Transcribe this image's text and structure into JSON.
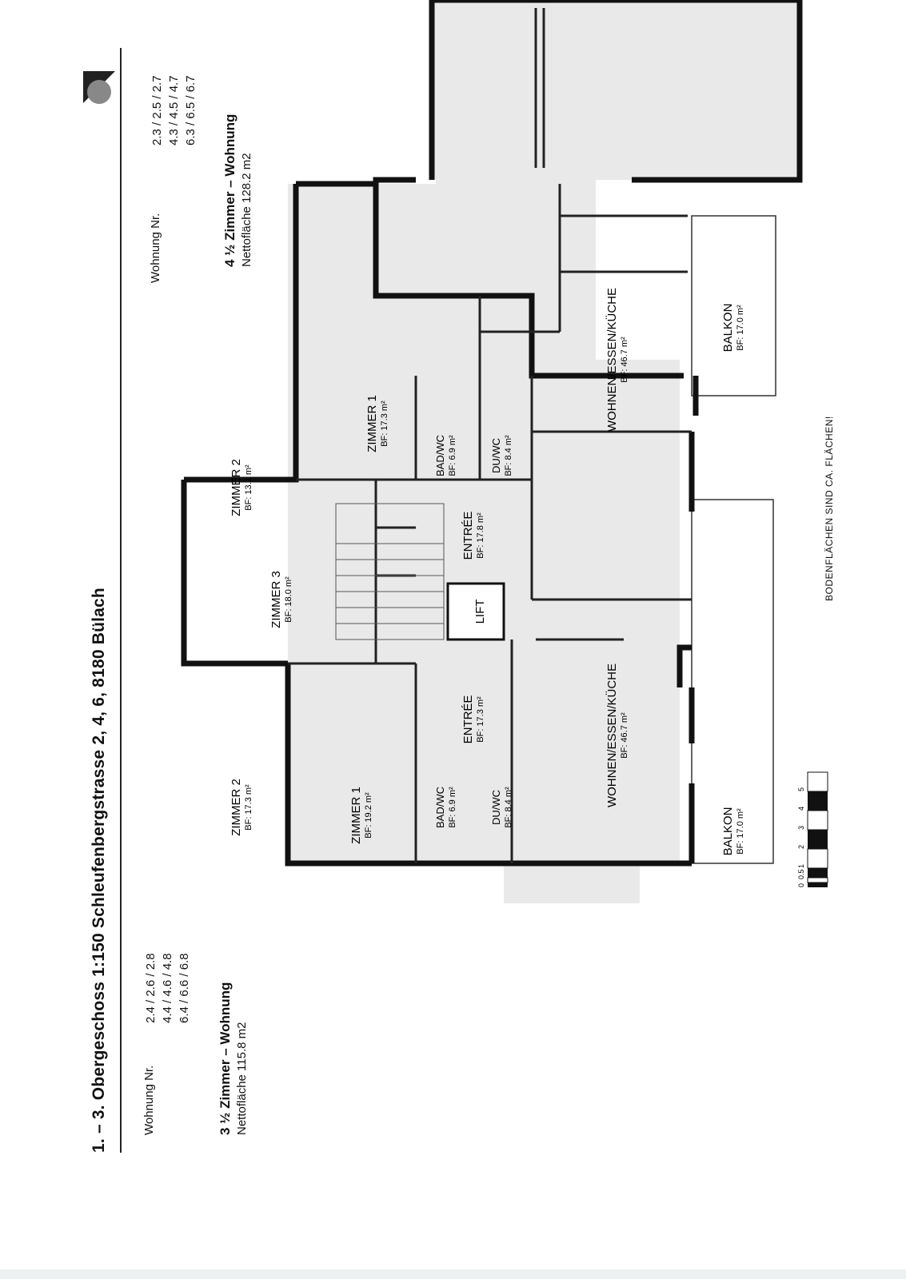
{
  "header": {
    "title": "1. – 3. Obergeschoss 1:150  Schleufenbergstrasse 2, 4, 6,  8180 Bülach"
  },
  "left_apartment": {
    "nr_label": "Wohnung Nr.",
    "numbers": [
      "2.4 / 2.6 / 2.8",
      "4.4 / 4.6 / 4.8",
      "6.4 / 6.6 / 6.8"
    ],
    "type": "3 ½ Zimmer – Wohnung",
    "area": "Nettofläche  115.8 m2"
  },
  "right_apartment": {
    "nr_label": "Wohnung Nr.",
    "numbers": [
      "2.3 / 2.5 / 2.7",
      "4.3 / 4.5 / 4.7",
      "6.3 / 6.5 / 6.7"
    ],
    "type": "4 ½ Zimmer – Wohnung",
    "area": "Nettofläche  128.2 m2"
  },
  "rooms": {
    "zimmer2_a": {
      "name": "ZIMMER 2",
      "bf": "BF: 17.3 m²"
    },
    "zimmer1_a": {
      "name": "ZIMMER 1",
      "bf": "BF: 19.2 m²"
    },
    "badwc_a": {
      "name": "BAD/WC",
      "bf": "BF: 6.9 m²"
    },
    "duwc_a": {
      "name": "DU/WC",
      "bf": "BF: 8.4 m²"
    },
    "entree_a": {
      "name": "ENTRÉE",
      "bf": "BF: 17.3 m²"
    },
    "wohnen_a": {
      "name": "WOHNEN/ESSEN/KÜCHE",
      "bf": "BF: 46.7 m²"
    },
    "balkon_a": {
      "name": "BALKON",
      "bf": "BF: 17.0 m²"
    },
    "zimmer3_b": {
      "name": "ZIMMER 3",
      "bf": "BF: 18.0 m²"
    },
    "zimmer2_b": {
      "name": "ZIMMER 2",
      "bf": "BF: 13.1 m²"
    },
    "zimmer1_b": {
      "name": "ZIMMER 1",
      "bf": "BF: 17.3 m²"
    },
    "badwc_b": {
      "name": "BAD/WC",
      "bf": "BF: 6.9 m²"
    },
    "duwc_b": {
      "name": "DU/WC",
      "bf": "BF: 8.4 m²"
    },
    "entree_b": {
      "name": "ENTRÉE",
      "bf": "BF: 17.8 m²"
    },
    "wohnen_b": {
      "name": "WOHNEN/ESSEN/KÜCHE",
      "bf": "BF: 46.7 m²"
    },
    "balkon_b": {
      "name": "BALKON",
      "bf": "BF: 17.0 m²"
    },
    "lift": {
      "name": "LIFT"
    }
  },
  "scale_bar": [
    "0",
    "0.5",
    "1",
    "2",
    "3",
    "4",
    "5"
  ],
  "note": "BODENFLÄCHEN SIND CA. FLÄCHEN!"
}
